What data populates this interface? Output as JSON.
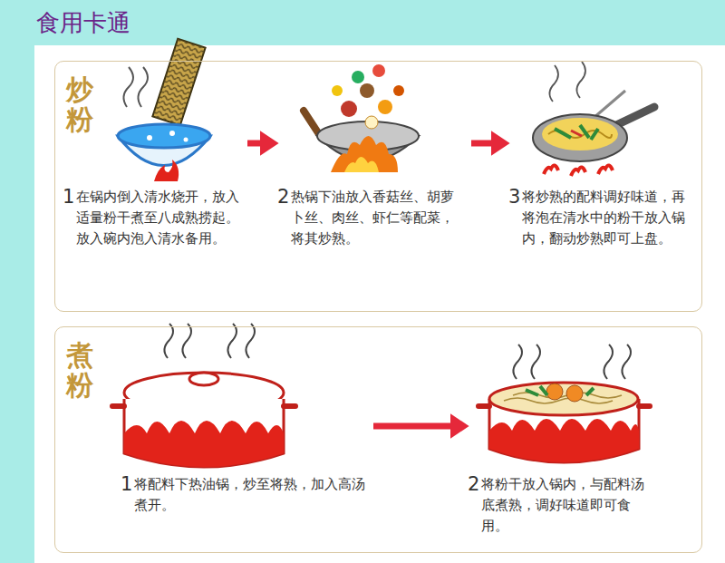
{
  "diagram": {
    "title": "食用卡通",
    "nodes": [
      {
        "text": [
          "炒粉"
        ]
      },
      {
        "text": [
          "1",
          "在锅内倒入清水烧开，放入适量粉干煮至八成熟捞起。放入碗内泡入清水备用。"
        ],
        "in": 0
      },
      {
        "text": [
          "2",
          "热锅下油放入香菇丝、胡萝卜丝、肉丝、虾仁等配菜，将其炒熟。"
        ],
        "in": 0
      },
      {
        "text": [
          "3",
          "将炒熟的配料调好味道，再将泡在清水中的粉干放入锅内，翻动炒熟即可上盘。"
        ],
        "in": 0
      },
      {
        "text": [
          "煮粉"
        ]
      },
      {
        "text": [
          "1",
          "将配料下热油锅，炒至将熟，加入高汤煮开。"
        ],
        "in": 4
      },
      {
        "text": [
          "2",
          "将粉干放入锅内，与配料汤底煮熟，调好味道即可食用。"
        ],
        "in": 4
      }
    ],
    "edges": [
      {
        "from": 1,
        "to": 2,
        "arrow": "to"
      },
      {
        "from": 2,
        "to": 3,
        "arrow": "to"
      },
      {
        "from": 5,
        "to": 6,
        "arrow": "to"
      }
    ]
  }
}
